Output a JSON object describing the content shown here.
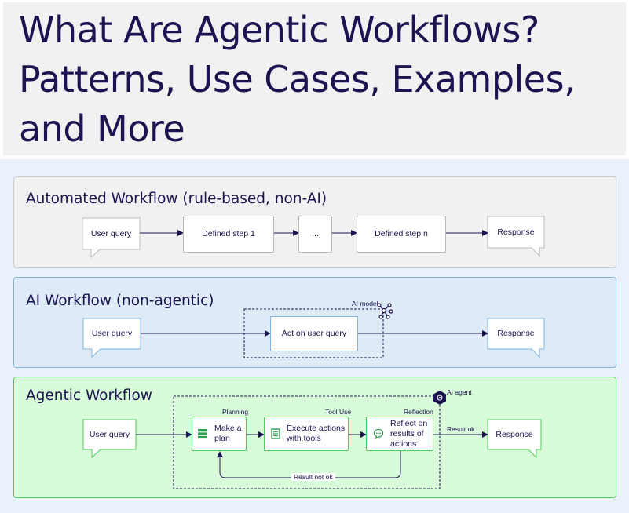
{
  "header": {
    "title_lines": [
      "What Are Agentic Workflows?",
      "Patterns, Use Cases, Examples,",
      "and More"
    ]
  },
  "automated": {
    "title": "Automated Workflow (rule-based, non-AI)",
    "nodes": {
      "user_query": "User query",
      "step1": "Defined step 1",
      "ellipsis": "...",
      "stepn": "Defined step n",
      "response": "Response"
    }
  },
  "ai": {
    "title": "AI Workflow (non-agentic)",
    "model_label": "AI model",
    "nodes": {
      "user_query": "User query",
      "act": "Act on user query",
      "response": "Response"
    }
  },
  "agentic": {
    "title": "Agentic Workflow",
    "agent_label": "AI agent",
    "planning_label": "Planning",
    "tooluse_label": "Tool Use",
    "reflection_label": "Reflection",
    "result_ok": "Result ok",
    "result_not_ok": "Result not ok",
    "nodes": {
      "user_query": "User query",
      "plan": "Make a plan",
      "execute": "Execute actions with tools",
      "reflect": "Reflect on results of actions",
      "response": "Response"
    }
  },
  "colors": {
    "navy": "#1c1451",
    "gray_bg": "#f1f1f1",
    "blue_bg": "#deebf7",
    "blue_border": "#7fb3e0",
    "green_bg": "#d8fbd9",
    "green_border": "#4ccc59",
    "green_accent": "#2f9d52"
  },
  "icons": {
    "model": "network-node-icon",
    "agent": "hexagon-agent-icon",
    "plan": "stack-icon",
    "execute": "document-icon",
    "reflect": "chat-bubble-icon"
  }
}
